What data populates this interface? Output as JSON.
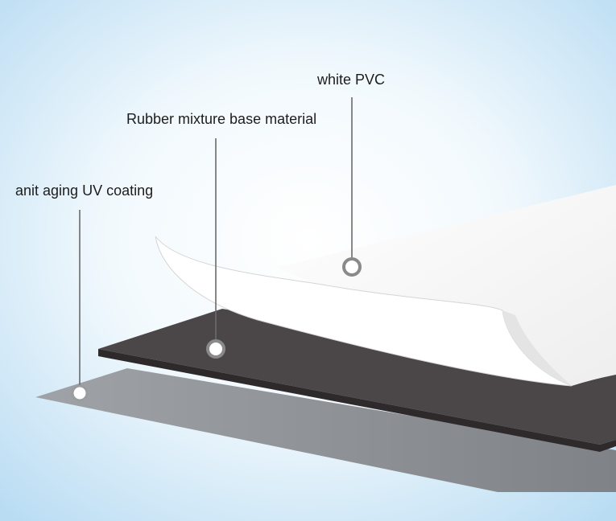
{
  "labels": {
    "white_pvc": "white PVC",
    "rubber_base": "Rubber mixture base material",
    "uv_coating": "anit aging UV coating"
  },
  "colors": {
    "background_center": "#ffffff",
    "background_edge": "#b9dcf3",
    "uv_layer": "#8c8f93",
    "rubber_layer": "#4b4648",
    "pvc_layer": "#f3f3f3",
    "pvc_edge": "#dcdcdc",
    "leader_line": "#6a6a6a",
    "marker_ring": "#8a8a8a",
    "marker_fill": "#ffffff"
  }
}
